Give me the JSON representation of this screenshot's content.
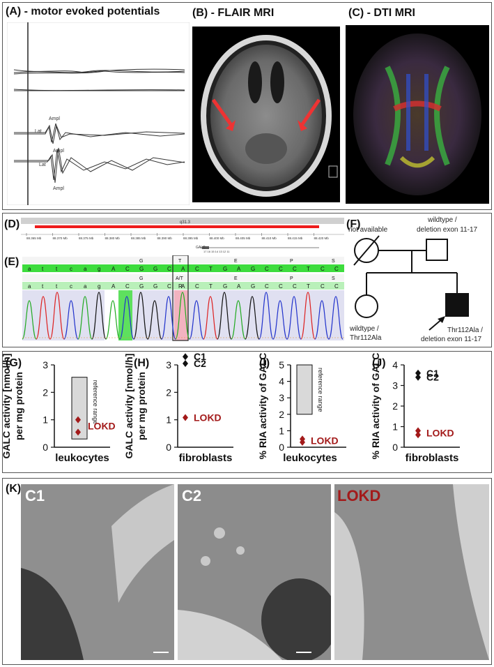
{
  "panels": {
    "A": {
      "label": "(A) - motor evoked potentials",
      "annotations": {
        "lat1": "Lat",
        "ampl1": "Ampl",
        "lat2": "Lat",
        "ampl2": "Ampl",
        "ampl3": "Ampl"
      }
    },
    "B": {
      "label": "(B) - FLAIR MRI"
    },
    "C": {
      "label": "(C) - DTI MRI"
    },
    "D": {
      "label": "(D)",
      "band": "q31.3",
      "ticks": [
        "88.365 Mb",
        "88.370 Mb",
        "88.375 Mb",
        "88.380 Mb",
        "88.385 Mb",
        "88.390 Mb",
        "88.395 Mb",
        "88.400 Mb",
        "88.405 Mb",
        "88.410 Mb",
        "88.415 Mb",
        "88.420 Mb"
      ],
      "gene": "GALC",
      "exons": "17 16 15 14 13 12 11"
    },
    "E": {
      "label": "(E)",
      "ref_seq": [
        "a",
        "t",
        "t",
        "c",
        "a",
        "g",
        "A",
        "C",
        "G",
        "G",
        "C",
        "A",
        "C",
        "T",
        "G",
        "A",
        "G",
        "C",
        "C",
        "C",
        "T",
        "C",
        "C"
      ],
      "aa_row1": [
        "G",
        "T",
        "E",
        "P",
        "S"
      ],
      "aa_row2": [
        "G",
        "A/T",
        "E",
        "P",
        "S"
      ],
      "pat_seq": [
        "a",
        "t",
        "t",
        "c",
        "a",
        "g",
        "A",
        "C",
        "G",
        "G",
        "C",
        "A",
        "R",
        "C",
        "T",
        "G",
        "A",
        "G",
        "C",
        "C",
        "C",
        "T",
        "C",
        "C"
      ]
    },
    "F": {
      "label": "(F)",
      "father_label": "not available",
      "mother_label_1": "wildtype /",
      "mother_label_2": "deletion exon 11-17",
      "sister_label_1": "wildtype /",
      "sister_label_2": "Thr112Ala",
      "patient_label_1": "Thr112Ala /",
      "patient_label_2": "deletion exon 11-17"
    },
    "G": {
      "label": "(G)",
      "chart_index": 0
    },
    "H": {
      "label": "(H)",
      "chart_index": 1
    },
    "I": {
      "label": "(I)",
      "chart_index": 2
    },
    "J": {
      "label": "(J)",
      "chart_index": 3
    },
    "K": {
      "label": "(K)",
      "panels": [
        "C1",
        "C2",
        "LOKD"
      ]
    }
  },
  "colors": {
    "lokd": "#a31a1a",
    "control": "#111111",
    "ref_fill": "#d9d9d9",
    "seq_green": "#3ddc3d",
    "seq_green_light": "#b9f0b9",
    "arrow_red": "#ee3333"
  },
  "chart_data": [
    {
      "type": "scatter",
      "ylabel": "GALC activity [nmol/h] per mg protein",
      "xlabel": "leukocytes",
      "ylim": [
        0,
        3
      ],
      "yticks": [
        0,
        1,
        2,
        3
      ],
      "reference_range": [
        0.3,
        2.55
      ],
      "reference_label": "reference range",
      "series": [
        {
          "name": "LOKD",
          "values": [
            1.0,
            0.55
          ]
        }
      ]
    },
    {
      "type": "scatter",
      "ylabel": "GALC activity [nmol/h] per mg protein",
      "xlabel": "fibroblasts",
      "ylim": [
        0,
        3
      ],
      "yticks": [
        0,
        1,
        2,
        3
      ],
      "series": [
        {
          "name": "C1",
          "values": [
            3.3
          ]
        },
        {
          "name": "C2",
          "values": [
            3.05
          ]
        },
        {
          "name": "LOKD",
          "values": [
            1.08
          ]
        }
      ]
    },
    {
      "type": "scatter",
      "ylabel": "% RIA activity of GALC",
      "xlabel": "leukocytes",
      "ylim": [
        0,
        5
      ],
      "yticks": [
        0,
        1,
        2,
        3,
        4,
        5
      ],
      "reference_range": [
        2.0,
        5.0
      ],
      "reference_label": "reference range",
      "series": [
        {
          "name": "LOKD",
          "values": [
            0.5,
            0.3
          ]
        }
      ]
    },
    {
      "type": "scatter",
      "ylabel": "% RIA activity of GALC",
      "xlabel": "fibroblasts",
      "ylim": [
        0,
        4
      ],
      "yticks": [
        0,
        1,
        2,
        3,
        4
      ],
      "series": [
        {
          "name": "C1",
          "values": [
            3.6
          ]
        },
        {
          "name": "C2",
          "values": [
            3.4
          ]
        },
        {
          "name": "LOKD",
          "values": [
            0.8,
            0.6
          ]
        }
      ]
    }
  ]
}
